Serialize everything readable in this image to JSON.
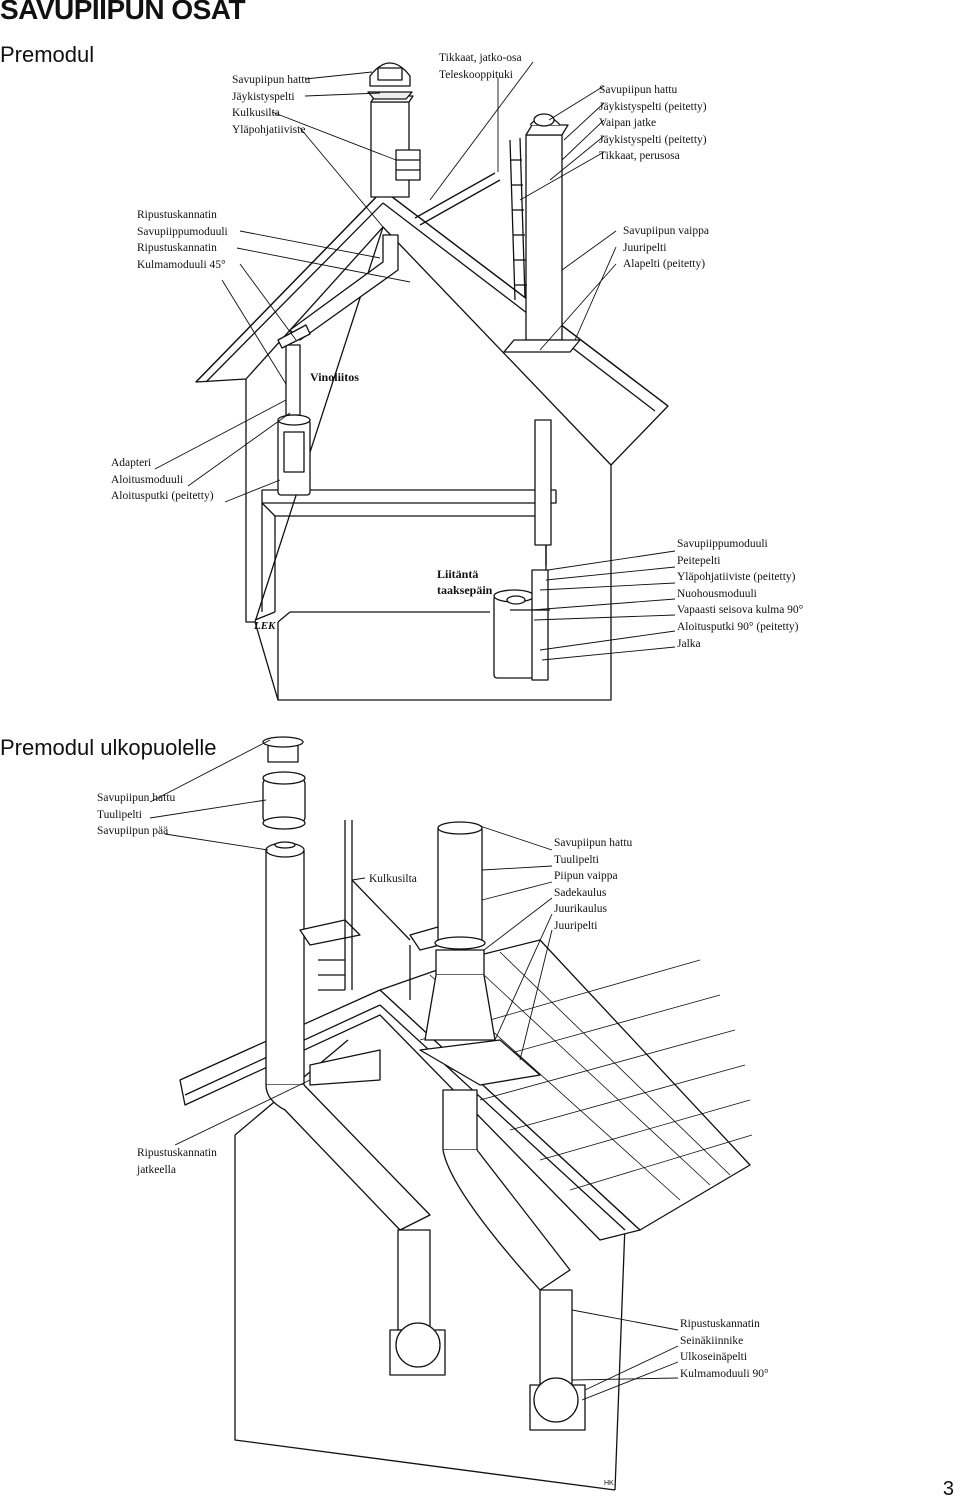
{
  "page_title": "SAVUPIIPUN OSAT",
  "page_number": "3",
  "section1": {
    "title": "Premodul",
    "group_top_left": [
      "Savupiipun hattu",
      "Jäykistyspelti",
      "Kulkusilta",
      "Yläpohjatiiviste"
    ],
    "group_top_center": [
      "Tikkaat, jatko-osa",
      "Teleskooppituki"
    ],
    "group_top_right": [
      "Savupiipun hattu",
      "Jäykistyspelti (peitetty)",
      "Vaipan jatke",
      "Jäykistyspelti (peitetty)",
      "Tikkaat, perusosa"
    ],
    "group_mid_left": [
      "Ripustuskannatin",
      "Savupiippumoduuli",
      "Ripustuskannatin",
      "Kulmamoduuli 45°"
    ],
    "group_mid_right": [
      "Savupiipun vaippa",
      "Juuripelti",
      "Alapelti (peitetty)"
    ],
    "vinoliitos": "Vinoliitos",
    "group_left": [
      "Adapteri",
      "Aloitusmoduuli",
      "Aloitusputki (peitetty)"
    ],
    "liitanta": [
      "Liitäntä",
      "taaksepäin"
    ],
    "group_bottom_right": [
      "Savupiippumoduuli",
      "Peitepelti",
      "Yläpohjatiiviste (peitetty)",
      "Nuohousmoduuli",
      "Vapaasti seisova kulma 90°",
      "Aloitusputki 90° (peitetty)",
      "Jalka"
    ],
    "logo": "LEK"
  },
  "section2": {
    "title": "Premodul ulkopuolelle",
    "group_left": [
      "Savupiipun hattu",
      "Tuulipelti",
      "Savupiipun pää"
    ],
    "kulkusilta": "Kulkusilta",
    "group_right": [
      "Savupiipun hattu",
      "Tuulipelti",
      "Piipun vaippa",
      "Sadekaulus",
      "Juurikaulus",
      "Juuripelti"
    ],
    "ripustus": [
      "Ripustuskannatin",
      "jatkeella"
    ],
    "group_bottom_right": [
      "Ripustuskannatin",
      "Seinäkiinnike",
      "Ulkoseinäpelti",
      "Kulmamoduuli 90°"
    ],
    "signature": "HK"
  }
}
